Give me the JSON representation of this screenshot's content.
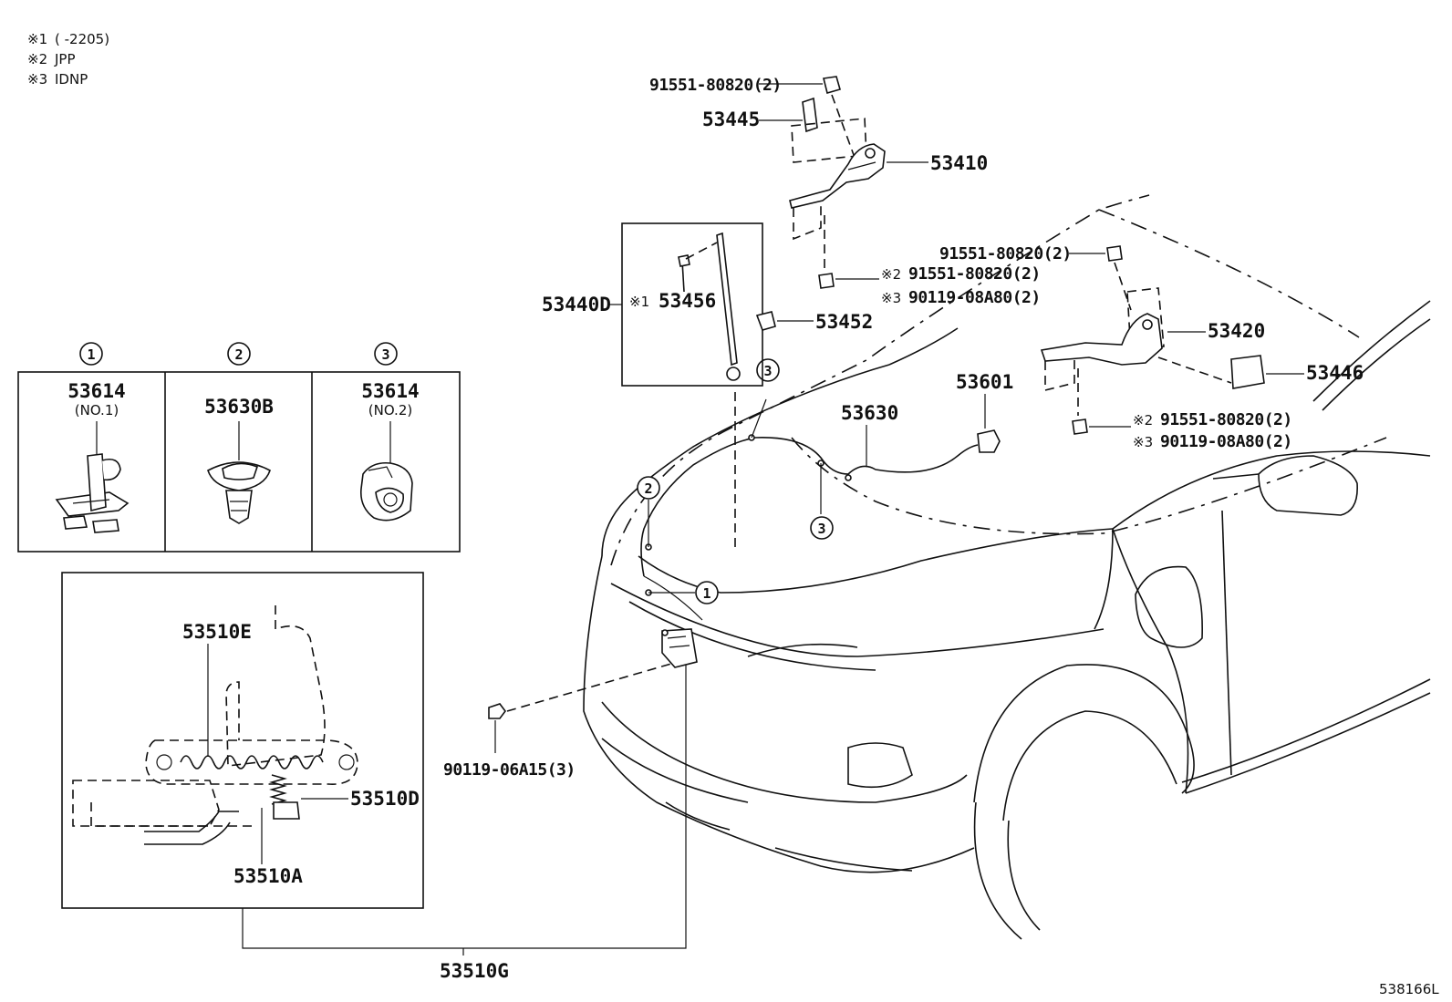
{
  "notes": [
    {
      "mark": "※1",
      "text": "(        -2205)"
    },
    {
      "mark": "※2",
      "text": "JPP"
    },
    {
      "mark": "※3",
      "text": "IDNP"
    }
  ],
  "clip_legend": [
    {
      "index": "1",
      "part": "53614",
      "sub": "(NO.1)"
    },
    {
      "index": "2",
      "part": "53630B",
      "sub": ""
    },
    {
      "index": "3",
      "part": "53614",
      "sub": "(NO.2)"
    }
  ],
  "labels": {
    "bolt_top": "91551-80820(2)",
    "p53445": "53445",
    "p53410": "53410",
    "p53440d": "53440D",
    "p53456_mark": "※1",
    "p53456": "53456",
    "p53452": "53452",
    "bolt_left_2": "91551-80820(2)",
    "bolt_left_2_mark": "※2",
    "bolt_left_3": "90119-08A80(2)",
    "bolt_left_3_mark": "※3",
    "bolt_right_top": "91551-80820(2)",
    "p53420": "53420",
    "p53446": "53446",
    "bolt_right_2": "91551-80820(2)",
    "bolt_right_2_mark": "※2",
    "bolt_right_3": "90119-08A80(2)",
    "bolt_right_3_mark": "※3",
    "p53601": "53601",
    "p53630": "53630",
    "callout_3a": "3",
    "callout_3b": "3",
    "callout_2": "2",
    "callout_1": "1",
    "p53510e": "53510E",
    "p53510d": "53510D",
    "p53510a": "53510A",
    "p53510g": "53510G",
    "bolt_latch": "90119-06A15(3)",
    "illustration_code": "538166L"
  }
}
